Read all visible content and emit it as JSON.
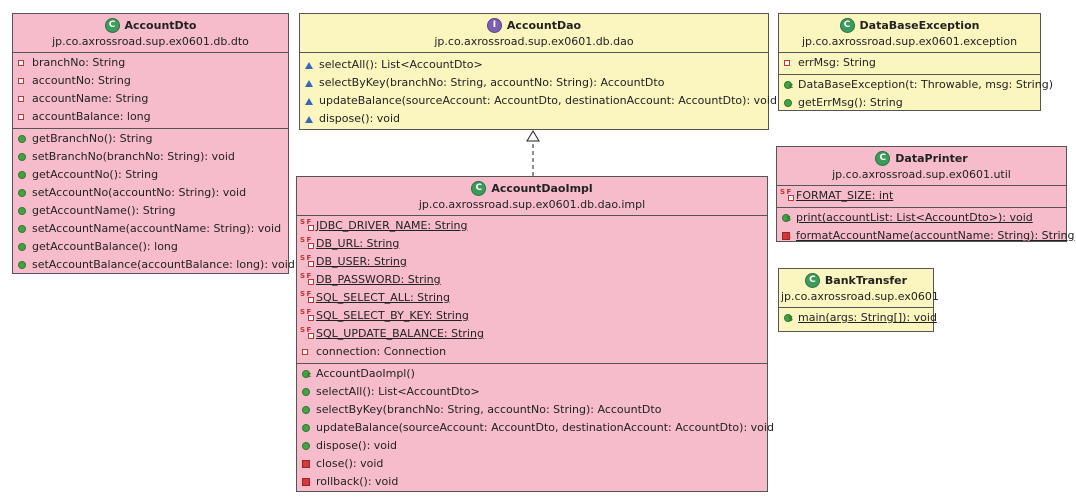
{
  "classes": {
    "account_dto": {
      "name": "AccountDto",
      "package": "jp.co.axrossroad.sup.ex0601.db.dto",
      "badge": "C",
      "fields": [
        "branchNo: String",
        "accountNo: String",
        "accountName: String",
        "accountBalance: long"
      ],
      "methods": [
        "getBranchNo(): String",
        "setBranchNo(branchNo: String): void",
        "getAccountNo(): String",
        "setAccountNo(accountNo: String): void",
        "getAccountName(): String",
        "setAccountName(accountName: String): void",
        "getAccountBalance(): long",
        "setAccountBalance(accountBalance: long): void"
      ]
    },
    "account_dao": {
      "name": "AccountDao",
      "package": "jp.co.axrossroad.sup.ex0601.db.dao",
      "badge": "I",
      "methods": [
        "selectAll(): List<AccountDto>",
        "selectByKey(branchNo: String, accountNo: String): AccountDto",
        "updateBalance(sourceAccount: AccountDto, destinationAccount: AccountDto): void",
        "dispose(): void"
      ]
    },
    "account_dao_impl": {
      "name": "AccountDaoImpl",
      "package": "jp.co.axrossroad.sup.ex0601.db.dao.impl",
      "badge": "C",
      "const_fields": [
        "JDBC_DRIVER_NAME: String",
        "DB_URL: String",
        "DB_USER: String",
        "DB_PASSWORD: String",
        "SQL_SELECT_ALL: String",
        "SQL_SELECT_BY_KEY: String",
        "SQL_UPDATE_BALANCE: String"
      ],
      "fields": [
        "connection: Connection"
      ],
      "constructor": "AccountDaoImpl()",
      "methods": [
        "selectAll(): List<AccountDto>",
        "selectByKey(branchNo: String, accountNo: String): AccountDto",
        "updateBalance(sourceAccount: AccountDto, destinationAccount: AccountDto): void",
        "dispose(): void"
      ],
      "private_methods": [
        "close(): void",
        "rollback(): void"
      ]
    },
    "database_exception": {
      "name": "DataBaseException",
      "package": "jp.co.axrossroad.sup.ex0601.exception",
      "badge": "C",
      "fields": [
        "errMsg: String"
      ],
      "constructor": "DataBaseException(t: Throwable, msg: String)",
      "methods": [
        "getErrMsg(): String"
      ]
    },
    "data_printer": {
      "name": "DataPrinter",
      "package": "jp.co.axrossroad.sup.ex0601.util",
      "badge": "C",
      "const_fields": [
        "FORMAT_SIZE: int"
      ],
      "static_methods": [
        "print(accountList: List<AccountDto>): void"
      ],
      "private_static_methods": [
        "formatAccountName(accountName: String): String"
      ]
    },
    "bank_transfer": {
      "name": "BankTransfer",
      "package": "jp.co.axrossroad.sup.ex0601",
      "badge": "C",
      "static_methods": [
        "main(args: String[]): void"
      ]
    }
  },
  "colors": {
    "class_fill": "#f7bccb",
    "interface_fill": "#fbf6bf",
    "border": "#555555"
  }
}
